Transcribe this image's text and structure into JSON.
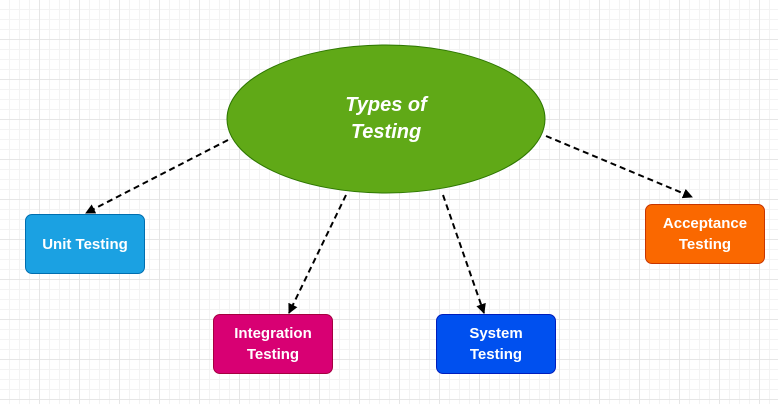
{
  "diagram": {
    "center": {
      "label": "Types of Testing",
      "color": "#60a917"
    },
    "nodes": [
      {
        "id": "unit",
        "label": "Unit Testing",
        "color": "#1ba1e2"
      },
      {
        "id": "integration",
        "label": "Integration Testing",
        "color": "#d80073"
      },
      {
        "id": "system",
        "label": "System Testing",
        "color": "#0050ef"
      },
      {
        "id": "acceptance",
        "label": "Acceptance Testing",
        "color": "#fa6800"
      }
    ],
    "edges": [
      {
        "from": "center",
        "to": "unit",
        "style": "dashed-arrow"
      },
      {
        "from": "center",
        "to": "integration",
        "style": "dashed-arrow"
      },
      {
        "from": "center",
        "to": "system",
        "style": "dashed-arrow"
      },
      {
        "from": "center",
        "to": "acceptance",
        "style": "dashed-arrow"
      }
    ]
  }
}
